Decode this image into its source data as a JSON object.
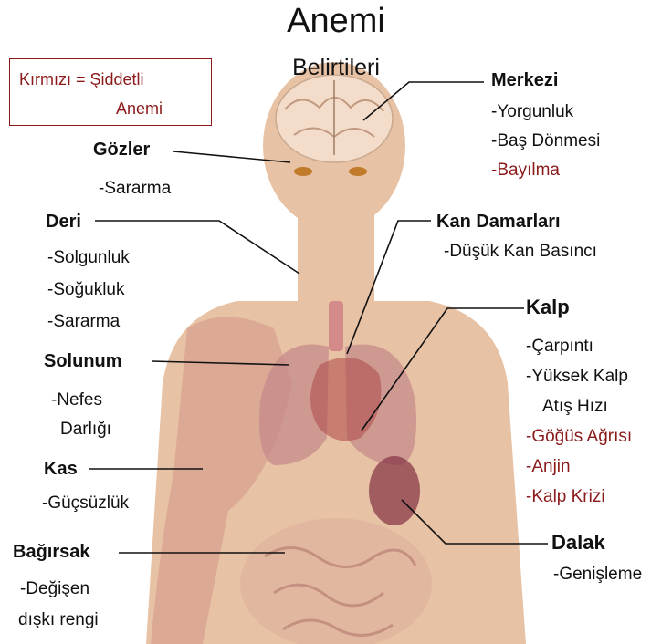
{
  "title": "Anemi",
  "subtitle": "Belirtileri",
  "legend": {
    "line1": "Kırmızı = Şiddetli",
    "line2": "Anemi"
  },
  "colors": {
    "severe": "#8b1a1a",
    "normal": "#111111",
    "skin": "#e8c2a4"
  },
  "groups": {
    "merkezi": {
      "title": "Merkezi",
      "symptoms": [
        "-Yorgunluk",
        "-Baş Dönmesi"
      ],
      "severe": [
        "-Bayılma"
      ]
    },
    "gozler": {
      "title": "Gözler",
      "symptoms": [
        "-Sararma"
      ]
    },
    "deri": {
      "title": "Deri",
      "symptoms": [
        "-Solgunluk",
        "-Soğukluk",
        "-Sararma"
      ]
    },
    "kan": {
      "title": "Kan Damarları",
      "symptoms": [
        "-Düşük Kan Basıncı"
      ]
    },
    "kalp": {
      "title": "Kalp",
      "symptoms": [
        "-Çarpıntı",
        "-Yüksek Kalp",
        "Atış Hızı"
      ],
      "severe": [
        "-Göğüs Ağrısı",
        "-Anjin",
        "-Kalp Krizi"
      ]
    },
    "solunum": {
      "title": "Solunum",
      "symptoms": [
        "-Nefes",
        "Darlığı"
      ]
    },
    "kas": {
      "title": "Kas",
      "symptoms": [
        "-Güçsüzlük"
      ]
    },
    "bagirsak": {
      "title": "Bağırsak",
      "symptoms": [
        "-Değişen",
        "dışkı rengi"
      ]
    },
    "dalak": {
      "title": "Dalak",
      "symptoms": [
        "-Genişleme"
      ]
    }
  }
}
